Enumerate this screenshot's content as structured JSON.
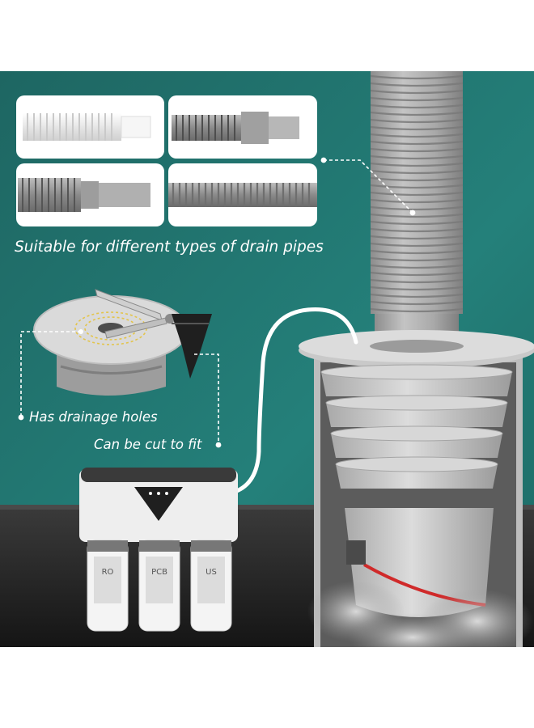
{
  "captions": {
    "pipes": "Suitable for different types of drain pipes",
    "holes": "Has drainage holes",
    "cut": "Can be cut to fit"
  },
  "filter_labels": [
    "RO",
    "PCB",
    "US"
  ],
  "colors": {
    "teal_background": "#1f6f6a",
    "floor": "#1e1e1e",
    "pipe_gray": "#a8a8a8",
    "seal_red": "#d02a2a"
  },
  "icons": [
    "scissors-icon"
  ]
}
